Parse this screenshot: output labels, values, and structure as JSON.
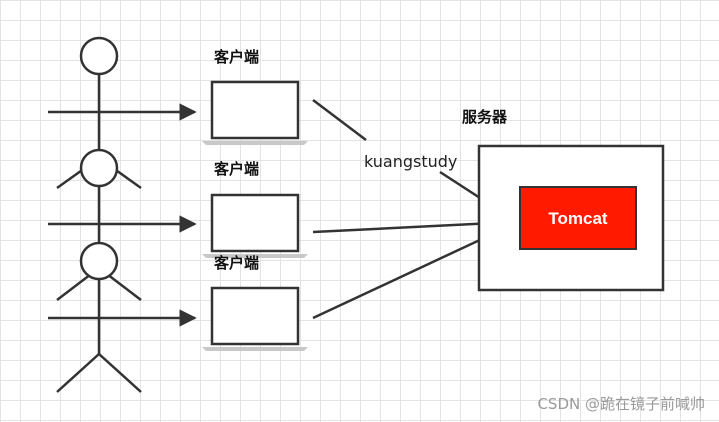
{
  "clients": [
    {
      "label": "客户端"
    },
    {
      "label": "客户端"
    },
    {
      "label": "客户端"
    }
  ],
  "server": {
    "label": "服务器",
    "inner_label": "Tomcat"
  },
  "edge_label": "kuangstudy",
  "watermark": "CSDN @跪在镜子前喊帅",
  "colors": {
    "tomcat_fill": "#ff1a00",
    "stroke": "#333333"
  }
}
